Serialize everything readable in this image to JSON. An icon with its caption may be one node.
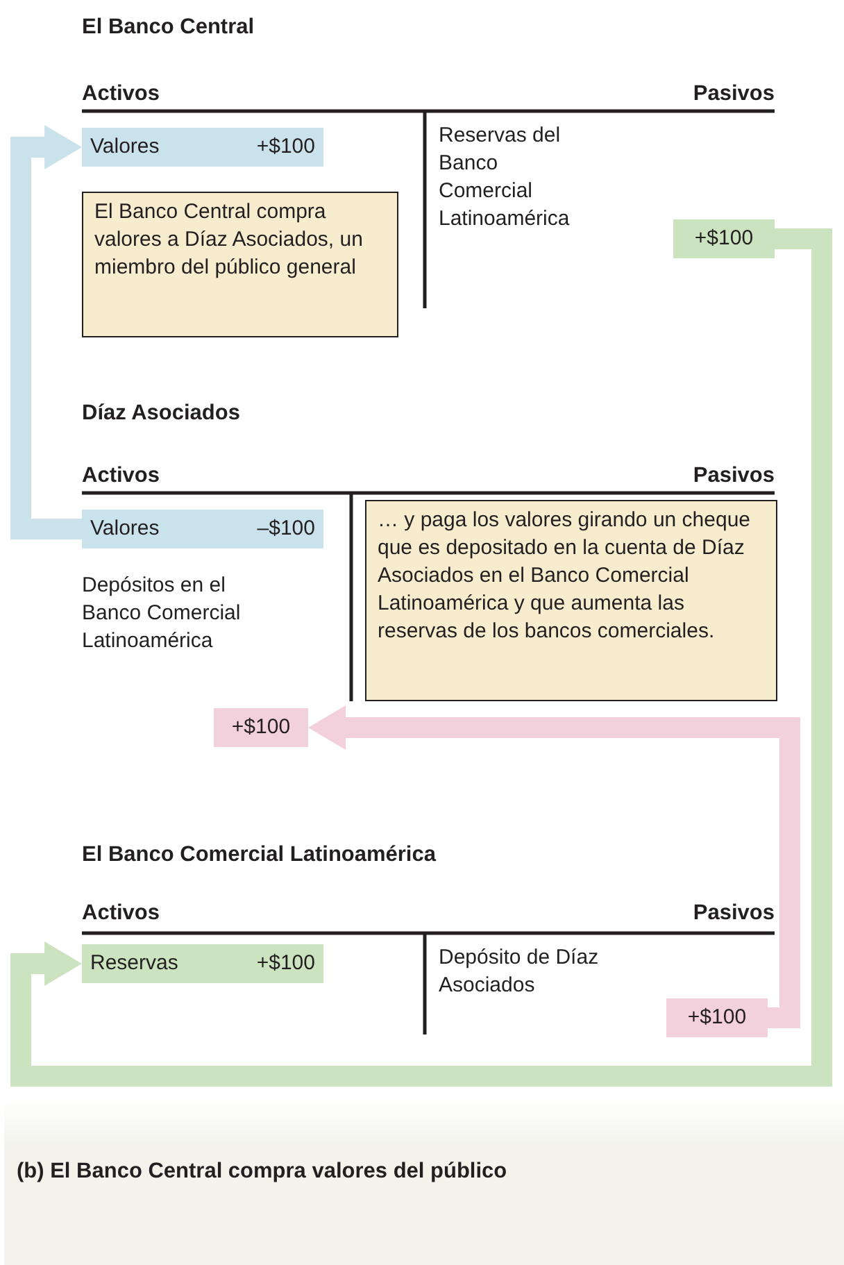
{
  "diagram": {
    "caption": "(b) El Banco Central compra valores del público",
    "nodes": [
      {
        "text": [
          "Valores",
          "+$100"
        ]
      },
      {
        "text": [
          "El Banco Central compra valores a Díaz Asociados, un miembro del público general"
        ]
      },
      {
        "text": [
          "+$100"
        ]
      },
      {
        "text": [
          "Valores",
          "–$100"
        ]
      },
      {
        "text": [
          "… y paga los valores girando un cheque que es depositado en la cuenta de Díaz Asociados en el Banco Comercial Latinoamérica y que aumenta las reservas de los bancos comerciales."
        ]
      },
      {
        "text": [
          "+$100"
        ]
      },
      {
        "text": [
          "Reservas",
          "+$100"
        ]
      },
      {
        "text": [
          "+$100"
        ]
      }
    ],
    "edges": [
      {
        "from": 3,
        "to": 0,
        "arrow": "to",
        "color": "#c9e2ec"
      },
      {
        "from": 7,
        "to": 5,
        "arrow": "to",
        "color": "#f2d0dc"
      },
      {
        "from": 2,
        "to": 6,
        "arrow": "to",
        "color": "#cce3c0"
      }
    ],
    "labels": [
      "El Banco Central",
      "Activos",
      "Pasivos",
      "Reservas del Banco Comercial Latinoamérica",
      "Díaz Asociados",
      "Activos",
      "Pasivos",
      "Depósitos en el Banco Comercial Latinoamérica",
      "El Banco Comercial Latinoamérica",
      "Activos",
      "Pasivos",
      "Depósito de Díaz Asociados"
    ]
  }
}
